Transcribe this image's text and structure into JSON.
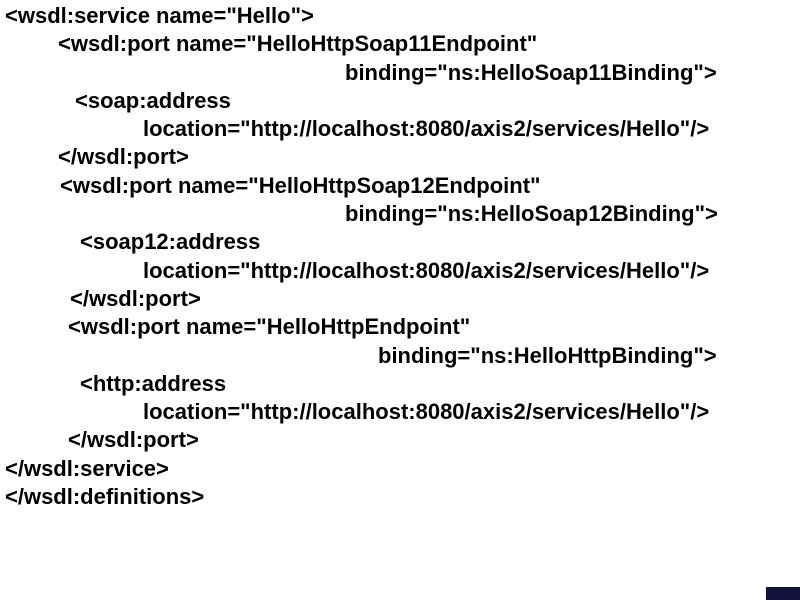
{
  "page": {
    "background_color": "#ffffff",
    "text_color": "#000000",
    "kind": "slide-with-code"
  },
  "code": {
    "language": "wsdl-xml",
    "lines": [
      {
        "text": "<wsdl:service name=\"Hello\">",
        "indent": 5
      },
      {
        "text": "<wsdl:port name=\"HelloHttpSoap11Endpoint\"",
        "indent": 58
      },
      {
        "text": "binding=\"ns:HelloSoap11Binding\">",
        "indent": 345
      },
      {
        "text": "<soap:address",
        "indent": 75
      },
      {
        "text": "location=\"http://localhost:8080/axis2/services/Hello\"/>",
        "indent": 143
      },
      {
        "text": "</wsdl:port>",
        "indent": 58
      },
      {
        "text": "<wsdl:port name=\"HelloHttpSoap12Endpoint\"",
        "indent": 60
      },
      {
        "text": "binding=\"ns:HelloSoap12Binding\">",
        "indent": 345
      },
      {
        "text": "<soap12:address",
        "indent": 80
      },
      {
        "text": "location=\"http://localhost:8080/axis2/services/Hello\"/>",
        "indent": 143
      },
      {
        "text": "</wsdl:port>",
        "indent": 70
      },
      {
        "text": "<wsdl:port name=\"HelloHttpEndpoint\"",
        "indent": 68
      },
      {
        "text": "binding=\"ns:HelloHttpBinding\">",
        "indent": 378
      },
      {
        "text": "<http:address",
        "indent": 80
      },
      {
        "text": "location=\"http://localhost:8080/axis2/services/Hello\"/>",
        "indent": 143
      },
      {
        "text": "</wsdl:port>",
        "indent": 68
      },
      {
        "text": "</wsdl:service>",
        "indent": 5
      },
      {
        "text": "</wsdl:definitions>",
        "indent": 5
      }
    ]
  },
  "corner_mark": {
    "color": "#12123a"
  }
}
